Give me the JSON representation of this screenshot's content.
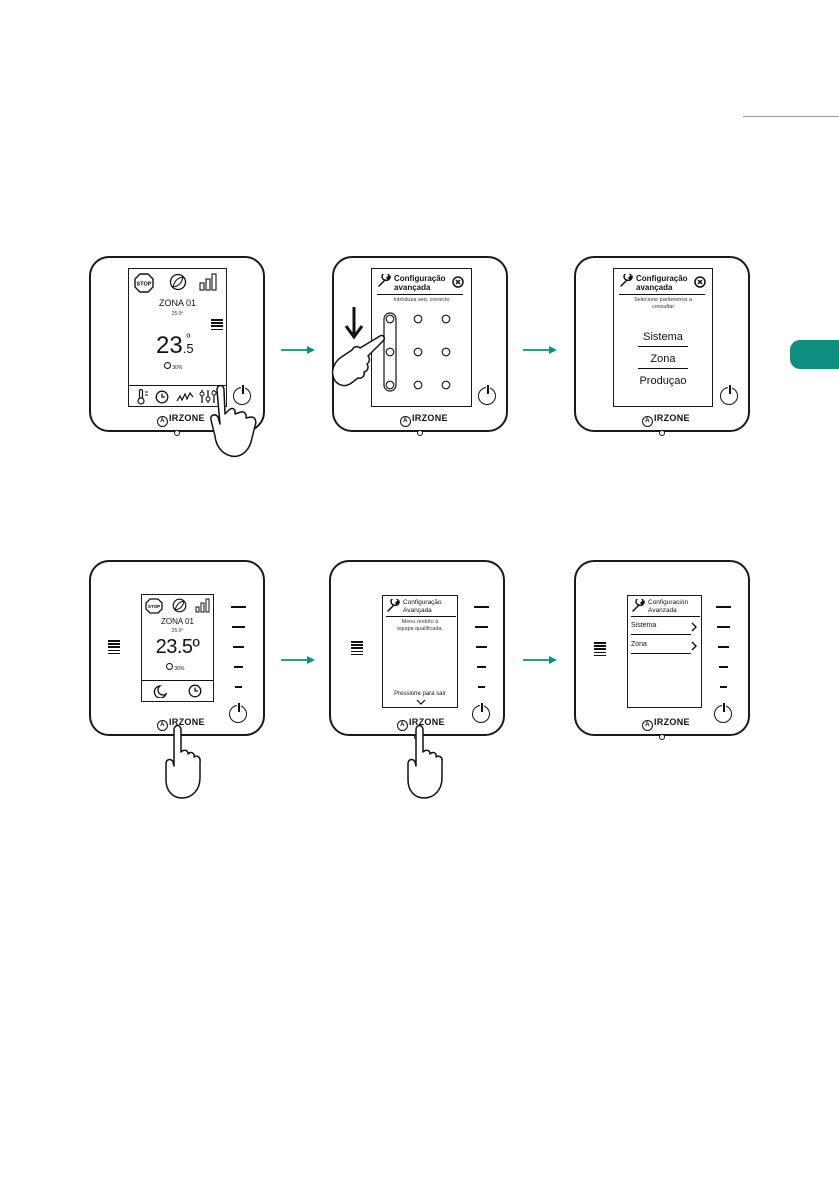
{
  "brand": "IRZONE",
  "colors": {
    "accent": "#0f8f82",
    "ink": "#111111"
  },
  "icons": [
    "stop-icon",
    "leaf-icon",
    "signal-bars-icon",
    "thermometer-icon",
    "clock-icon",
    "wave-icon",
    "settings-sliders-icon",
    "wrench-icon",
    "close-circle-icon",
    "power-icon",
    "pointing-hand-icon",
    "down-arrow-icon",
    "chevron-right-icon",
    "moon-icon"
  ],
  "row1": {
    "d1": {
      "zone": "ZONA 01",
      "setpoint": "25.0º",
      "temp_main": "23",
      "temp_dec": ".5",
      "temp_deg": "º",
      "humidity": "30%"
    },
    "d2": {
      "title_line1": "Configuração",
      "title_line2": "avançada",
      "instruction": "Introduza seq. correcto"
    },
    "d3": {
      "title_line1": "Configuração",
      "title_line2": "avançada",
      "instruction_line1": "Selecione parâmetros a",
      "instruction_line2": "consultar",
      "options": [
        "Sistema",
        "Zona",
        "Produçao"
      ]
    }
  },
  "row2": {
    "d4": {
      "zone": "ZONA 01",
      "setpoint": "25.0º",
      "temp": "23.5º",
      "humidity": "30%"
    },
    "d5": {
      "title_line1": "Configuração",
      "title_line2": "Avançada",
      "message_line1": "Menu restrito à",
      "message_line2": "equipa qualificada.",
      "exit": "Pressione para sair"
    },
    "d6": {
      "title_line1": "Configuración",
      "title_line2": "Avanzada",
      "options": [
        "Sistema",
        "Zona"
      ]
    }
  }
}
